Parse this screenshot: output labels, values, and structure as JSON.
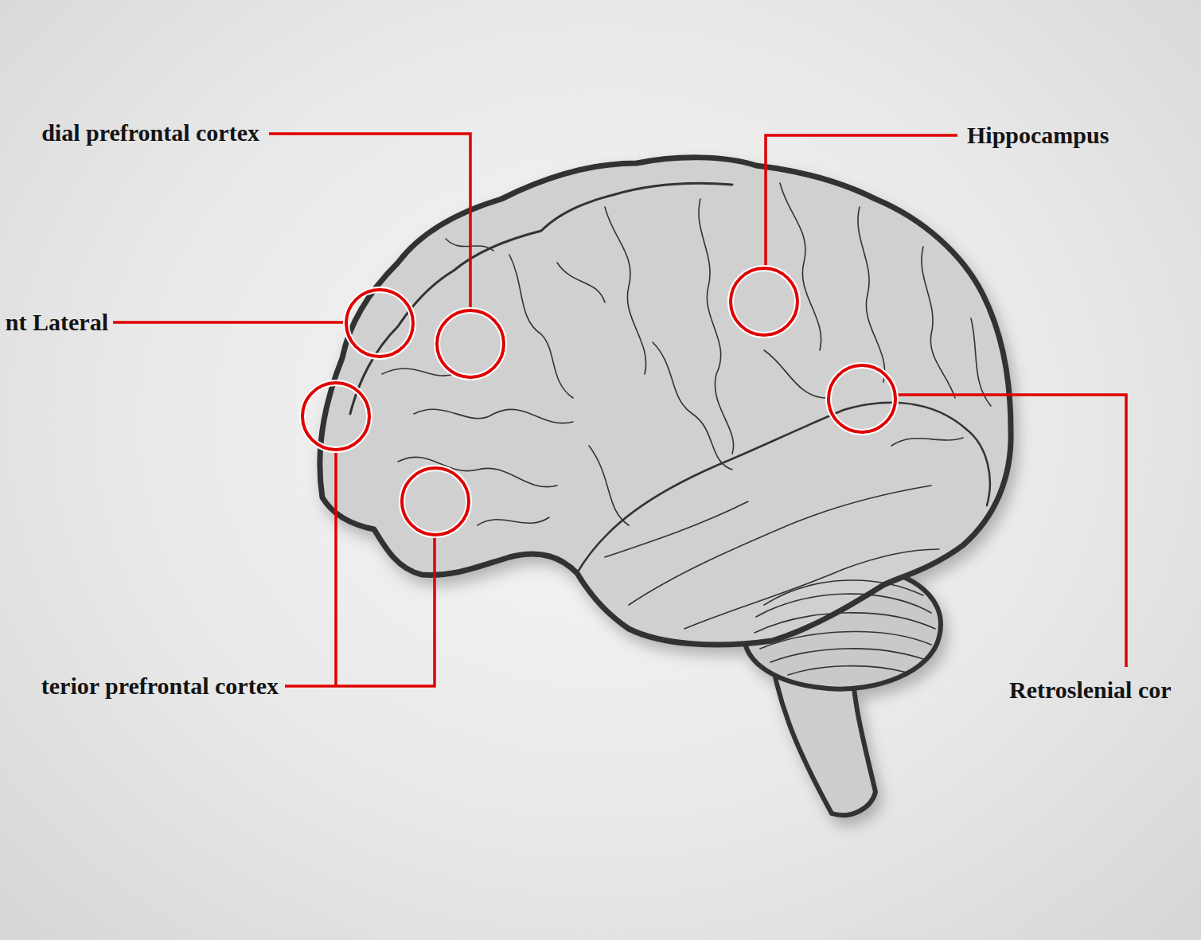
{
  "diagram": {
    "labels": [
      "dial prefrontal cortex",
      "Hippocampus",
      "nt Lateral",
      "terior prefrontal cortex",
      "Retroslenial cor"
    ]
  }
}
